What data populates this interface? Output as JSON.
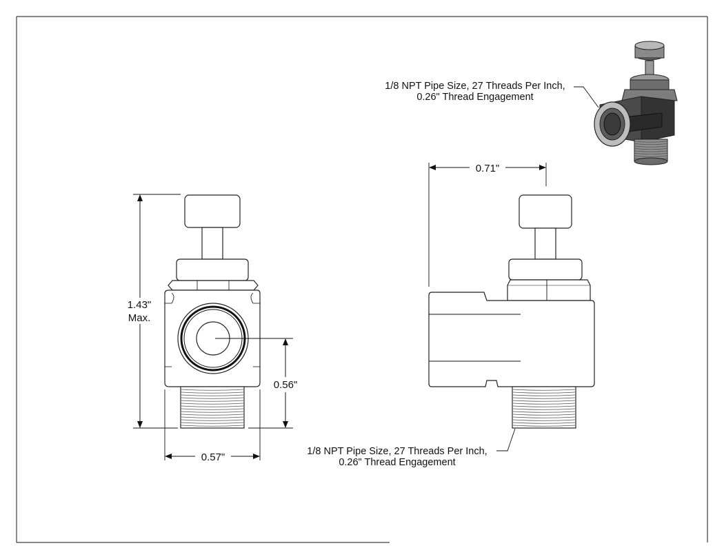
{
  "dimensions": {
    "height": "1.43\"",
    "height_qualifier": "Max.",
    "port_center": "0.56\"",
    "width_front": "0.57\"",
    "width_side": "0.71\""
  },
  "notes": {
    "top_line1": "1/8 NPT Pipe Size, 27 Threads Per Inch,",
    "top_line2": "0.26\" Thread Engagement",
    "bottom_line1": "1/8 NPT Pipe Size, 27 Threads Per Inch,",
    "bottom_line2": "0.26\" Thread Engagement"
  },
  "colors": {
    "line": "#111111",
    "part_fill": "#ffffff",
    "iso_dark": "#3a3a3a",
    "iso_mid": "#7a7a7a",
    "iso_light": "#b5b5b5"
  }
}
